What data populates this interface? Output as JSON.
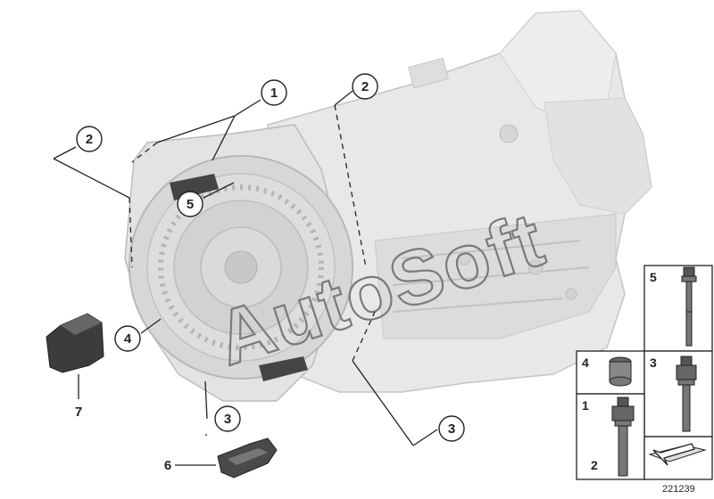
{
  "callouts": [
    {
      "label": "1"
    },
    {
      "label": "2"
    },
    {
      "label": "2"
    },
    {
      "label": "5"
    },
    {
      "label": "4"
    },
    {
      "label": "7"
    },
    {
      "label": "3"
    },
    {
      "label": "3"
    },
    {
      "label": "6"
    }
  ],
  "legend": {
    "cells": [
      {
        "label": "5",
        "part": "long-bolt"
      },
      {
        "label": "4",
        "part": "sleeve"
      },
      {
        "label": "3",
        "part": "stud-bolt"
      },
      {
        "label": "1",
        "part": "hex-bolt"
      },
      {
        "label": "2",
        "part": "hex-bolt"
      },
      {
        "label": "",
        "part": "arrow-plate"
      }
    ]
  },
  "watermark": "AutoSoft",
  "diagram_code": "221239",
  "colors": {
    "housing": "#e6e6e6",
    "housing_dark": "#c9c9c9",
    "line": "#222222",
    "part_dark": "#555555"
  }
}
